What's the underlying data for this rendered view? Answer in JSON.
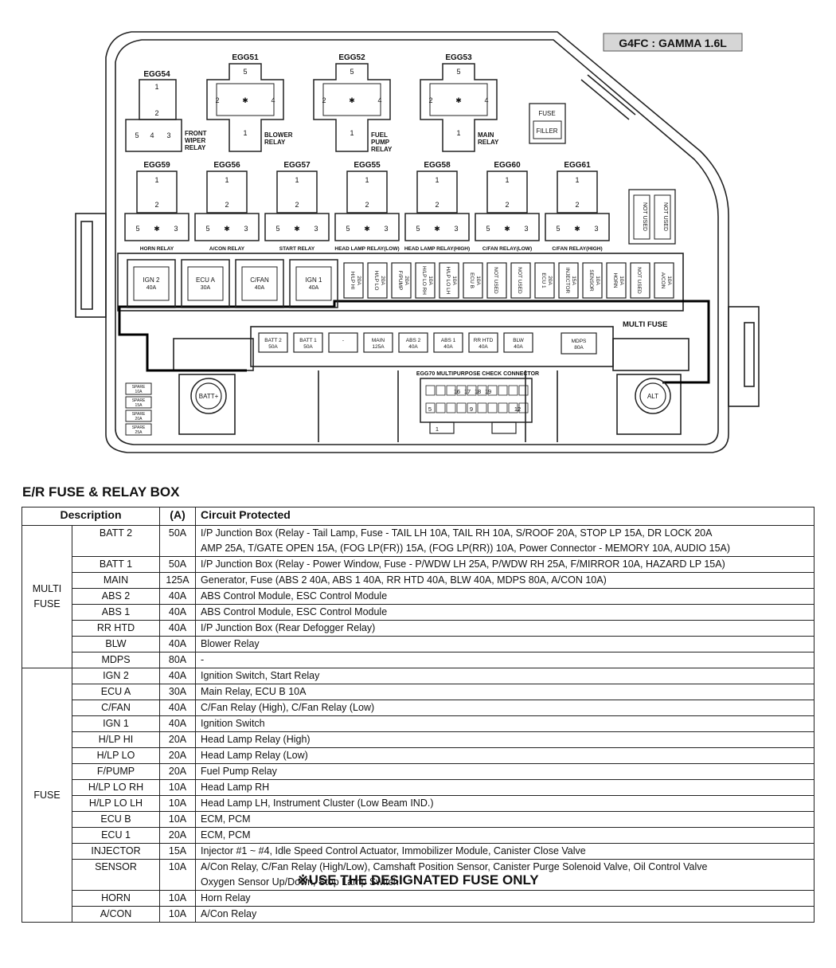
{
  "diagram": {
    "engine_label": "G4FC : GAMMA 1.6L",
    "top_relays": [
      {
        "id": "EGG54",
        "label": [
          "FRONT",
          "WIPER",
          "RELAY"
        ]
      },
      {
        "id": "EGG51",
        "label": [
          "BLOWER",
          "RELAY"
        ]
      },
      {
        "id": "EGG52",
        "label": [
          "FUEL",
          "PUMP",
          "RELAY"
        ]
      },
      {
        "id": "EGG53",
        "label": [
          "MAIN",
          "RELAY"
        ]
      }
    ],
    "fuse_filler": [
      "FUSE",
      "FILLER"
    ],
    "mid_relays": [
      {
        "id": "EGG59",
        "label": "HORN RELAY"
      },
      {
        "id": "EGG56",
        "label": "A/CON RELAY"
      },
      {
        "id": "EGG57",
        "label": "START RELAY"
      },
      {
        "id": "EGG55",
        "label": "HEAD LAMP RELAY(LOW)"
      },
      {
        "id": "EGG58",
        "label": "HEAD LAMP RELAY(HIGH)"
      },
      {
        "id": "EGG60",
        "label": "C/FAN RELAY(LOW)"
      },
      {
        "id": "EGG61",
        "label": "C/FAN RELAY(HIGH)"
      }
    ],
    "not_used_fuses": [
      "NOT USED",
      "NOT USED"
    ],
    "big_fuses": [
      {
        "name": "IGN 2",
        "amp": "40A"
      },
      {
        "name": "ECU A",
        "amp": "30A"
      },
      {
        "name": "C/FAN",
        "amp": "40A"
      },
      {
        "name": "IGN 1",
        "amp": "40A"
      }
    ],
    "mini_fuses": [
      {
        "name": "H/LP HI",
        "amp": "20A"
      },
      {
        "name": "H/LP LO",
        "amp": "20A"
      },
      {
        "name": "F/PUMP",
        "amp": "20A"
      },
      {
        "name": "H/LP LO RH",
        "amp": "10A"
      },
      {
        "name": "H/LP LO LH",
        "amp": "10A"
      },
      {
        "name": "ECU B",
        "amp": "10A"
      },
      {
        "name": "NOT USED",
        "amp": ""
      },
      {
        "name": "NOT USED",
        "amp": ""
      },
      {
        "name": "ECU 1",
        "amp": "20A"
      },
      {
        "name": "INJECTOR",
        "amp": "15A"
      },
      {
        "name": "SENSOR",
        "amp": "10A"
      },
      {
        "name": "HORN",
        "amp": "10A"
      },
      {
        "name": "NOT USED",
        "amp": ""
      },
      {
        "name": "A/CON",
        "amp": "10A"
      }
    ],
    "multi_fuse_label": "MULTI FUSE",
    "multi_fuses": [
      {
        "name": "BATT 2",
        "amp": "50A"
      },
      {
        "name": "BATT 1",
        "amp": "50A"
      },
      {
        "name": "-",
        "amp": ""
      },
      {
        "name": "MAIN",
        "amp": "125A"
      },
      {
        "name": "ABS 2",
        "amp": "40A"
      },
      {
        "name": "ABS 1",
        "amp": "40A"
      },
      {
        "name": "RR HTD",
        "amp": "40A"
      },
      {
        "name": "BLW",
        "amp": "40A"
      }
    ],
    "mdps_fuse": {
      "name": "MDPS",
      "amp": "80A"
    },
    "check_connector_label": "EGG70 MULTIPURPOSE CHECK CONNECTOR",
    "connector_pins_row1": [
      "16",
      "17",
      "18",
      "19"
    ],
    "connector_pins_row2": [
      "5",
      "9",
      "12"
    ],
    "connector_pins_row3": [
      "1"
    ],
    "spare_fuses": [
      {
        "name": "SPARE",
        "amp": "10A"
      },
      {
        "name": "SPARE",
        "amp": "15A"
      },
      {
        "name": "SPARE",
        "amp": "20A"
      },
      {
        "name": "SPARE",
        "amp": "25A"
      }
    ],
    "batt_terminal": "BATT+",
    "alt_terminal": "ALT"
  },
  "section_title": "E/R FUSE & RELAY BOX",
  "table": {
    "headers": {
      "description": "Description",
      "amp": "(A)",
      "circuit": "Circuit Protected"
    },
    "groups": [
      {
        "name": [
          "MULTI",
          "FUSE"
        ],
        "rows": [
          {
            "name": "BATT 2",
            "amp": "50A",
            "circuit": [
              "I/P Junction Box (Relay - Tail Lamp, Fuse - TAIL LH 10A, TAIL RH 10A, S/ROOF 20A, STOP LP 15A, DR LOCK 20A",
              "AMP 25A, T/GATE OPEN 15A, (FOG LP(FR)) 15A, (FOG LP(RR)) 10A, Power Connector - MEMORY 10A, AUDIO 15A)"
            ]
          },
          {
            "name": "BATT 1",
            "amp": "50A",
            "circuit": [
              "I/P Junction Box (Relay - Power Window, Fuse - P/WDW LH 25A, P/WDW RH 25A, F/MIRROR 10A, HAZARD LP 15A)"
            ]
          },
          {
            "name": "MAIN",
            "amp": "125A",
            "circuit": [
              "Generator, Fuse (ABS 2 40A, ABS 1 40A, RR HTD 40A, BLW 40A, MDPS 80A, A/CON 10A)"
            ]
          },
          {
            "name": "ABS 2",
            "amp": "40A",
            "circuit": [
              "ABS Control Module, ESC Control Module"
            ]
          },
          {
            "name": "ABS 1",
            "amp": "40A",
            "circuit": [
              "ABS Control Module, ESC Control Module"
            ]
          },
          {
            "name": "RR HTD",
            "amp": "40A",
            "circuit": [
              "I/P Junction Box (Rear Defogger Relay)"
            ]
          },
          {
            "name": "BLW",
            "amp": "40A",
            "circuit": [
              "Blower Relay"
            ]
          },
          {
            "name": "MDPS",
            "amp": "80A",
            "circuit": [
              "-"
            ]
          }
        ]
      },
      {
        "name": [
          "FUSE"
        ],
        "rows": [
          {
            "name": "IGN 2",
            "amp": "40A",
            "circuit": [
              "Ignition Switch, Start Relay"
            ]
          },
          {
            "name": "ECU A",
            "amp": "30A",
            "circuit": [
              "Main Relay, ECU B 10A"
            ]
          },
          {
            "name": "C/FAN",
            "amp": "40A",
            "circuit": [
              "C/Fan Relay (High), C/Fan Relay (Low)"
            ]
          },
          {
            "name": "IGN 1",
            "amp": "40A",
            "circuit": [
              "Ignition Switch"
            ]
          },
          {
            "name": "H/LP HI",
            "amp": "20A",
            "circuit": [
              "Head Lamp Relay (High)"
            ]
          },
          {
            "name": "H/LP LO",
            "amp": "20A",
            "circuit": [
              "Head Lamp Relay (Low)"
            ]
          },
          {
            "name": "F/PUMP",
            "amp": "20A",
            "circuit": [
              "Fuel Pump Relay"
            ]
          },
          {
            "name": "H/LP LO RH",
            "amp": "10A",
            "circuit": [
              "Head Lamp RH"
            ]
          },
          {
            "name": "H/LP LO LH",
            "amp": "10A",
            "circuit": [
              "Head Lamp LH, Instrument Cluster (Low Beam IND.)"
            ]
          },
          {
            "name": "ECU B",
            "amp": "10A",
            "circuit": [
              "ECM, PCM"
            ]
          },
          {
            "name": "ECU 1",
            "amp": "20A",
            "circuit": [
              "ECM, PCM"
            ]
          },
          {
            "name": "INJECTOR",
            "amp": "15A",
            "circuit": [
              "Injector #1 ~ #4, Idle Speed Control Actuator, Immobilizer Module, Canister Close Valve"
            ]
          },
          {
            "name": "SENSOR",
            "amp": "10A",
            "circuit": [
              "A/Con Relay, C/Fan Relay (High/Low), Camshaft Position Sensor, Canister Purge Solenoid Valve, Oil Control Valve",
              "Oxygen Sensor Up/Down, Stop Lamp Switch"
            ]
          },
          {
            "name": "HORN",
            "amp": "10A",
            "circuit": [
              "Horn Relay"
            ]
          },
          {
            "name": "A/CON",
            "amp": "10A",
            "circuit": [
              "A/Con Relay"
            ]
          }
        ]
      }
    ]
  },
  "footnote": "※USE THE DESIGNATED FUSE ONLY"
}
